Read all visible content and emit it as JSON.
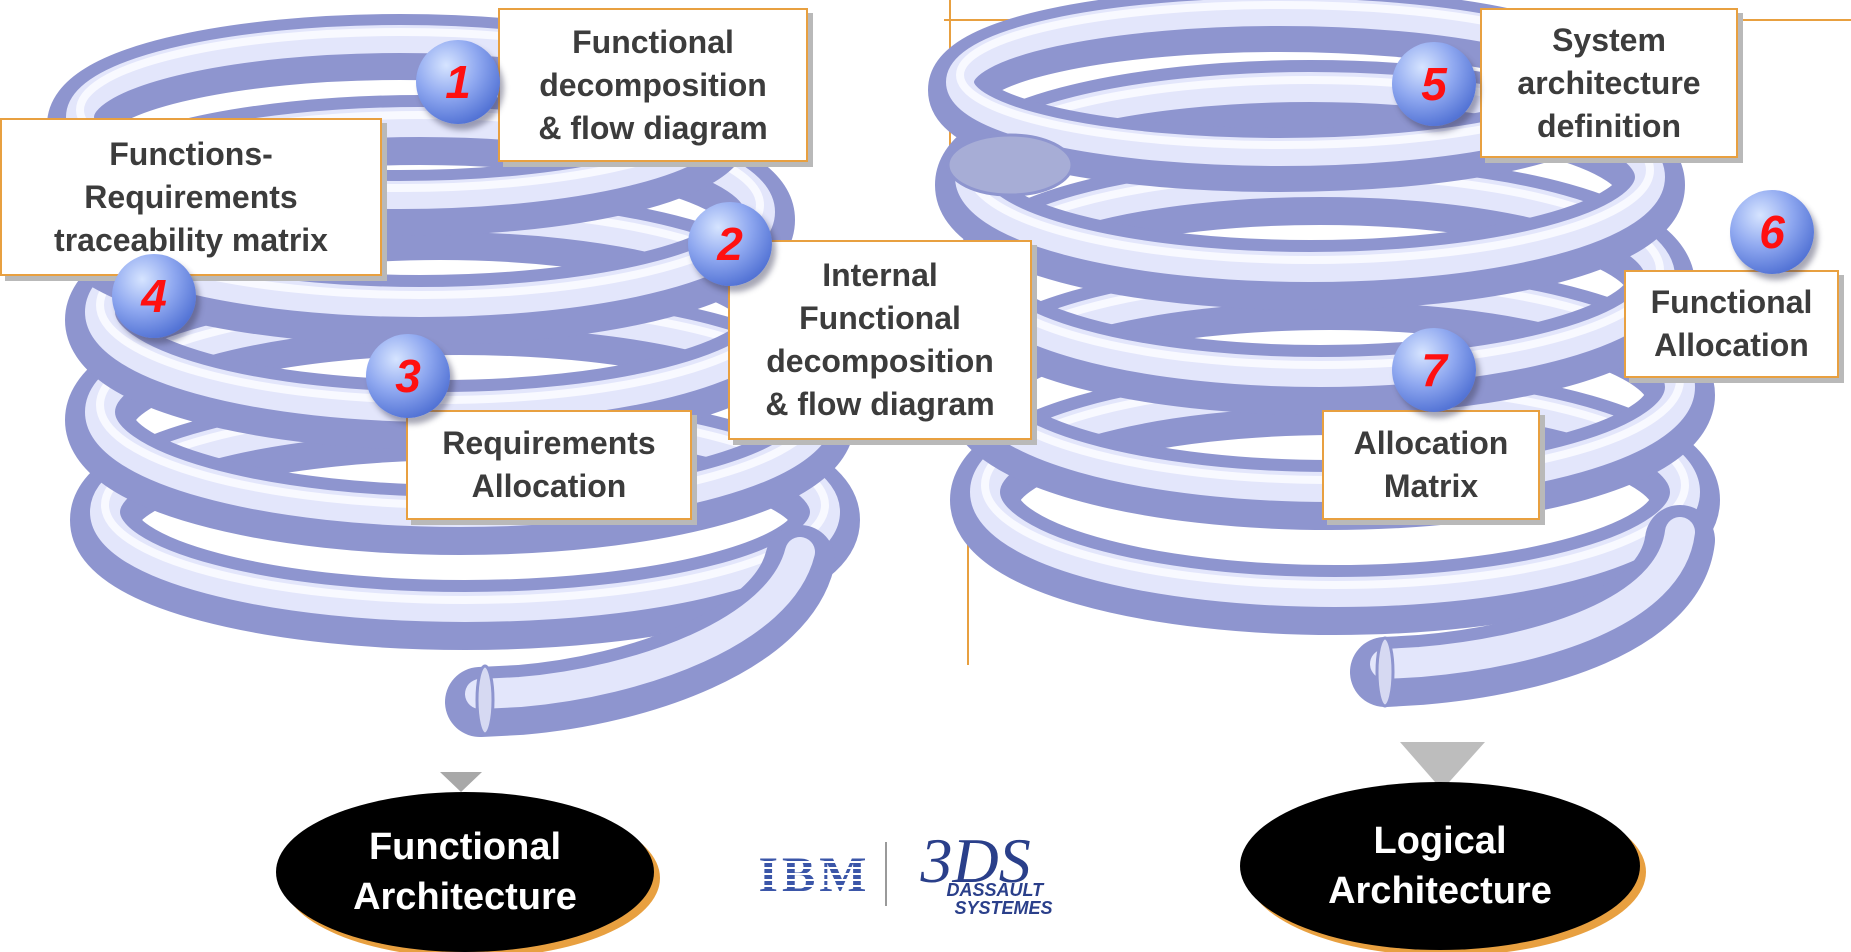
{
  "colors": {
    "coil_light": "#e6e8fb",
    "coil_mid": "#b7bde9",
    "coil_dark": "#8e95cf",
    "box_border": "#e8a040",
    "guide_line": "#e8a040",
    "badge_number": "#ff1010",
    "oval_fill": "#000000",
    "oval_text": "#ffffff"
  },
  "icons": {
    "arrow_left": "down-triangle-icon",
    "arrow_right": "down-triangle-icon",
    "logo": "ibm-dassault-logo"
  },
  "steps": [
    {
      "number": "1",
      "lines": [
        "Functional",
        "decomposition",
        "& flow diagram"
      ]
    },
    {
      "number": "2",
      "lines": [
        "Internal",
        "Functional",
        "decomposition",
        "& flow diagram"
      ]
    },
    {
      "number": "3",
      "lines": [
        "Requirements",
        "Allocation"
      ]
    },
    {
      "number": "4",
      "lines": [
        "Functions-",
        "Requirements",
        "traceability matrix"
      ]
    },
    {
      "number": "5",
      "lines": [
        "System",
        "architecture",
        "definition"
      ]
    },
    {
      "number": "6",
      "lines": [
        "Functional",
        "Allocation"
      ]
    },
    {
      "number": "7",
      "lines": [
        "Allocation",
        "Matrix"
      ]
    }
  ],
  "outputs": {
    "functional": [
      "Functional",
      "Architecture"
    ],
    "logical": [
      "Logical",
      "Architecture"
    ]
  },
  "logo": {
    "ibm": "IBM",
    "ds_mark": "3DS",
    "ds_line1": "DASSAULT",
    "ds_line2": "SYSTEMES"
  }
}
